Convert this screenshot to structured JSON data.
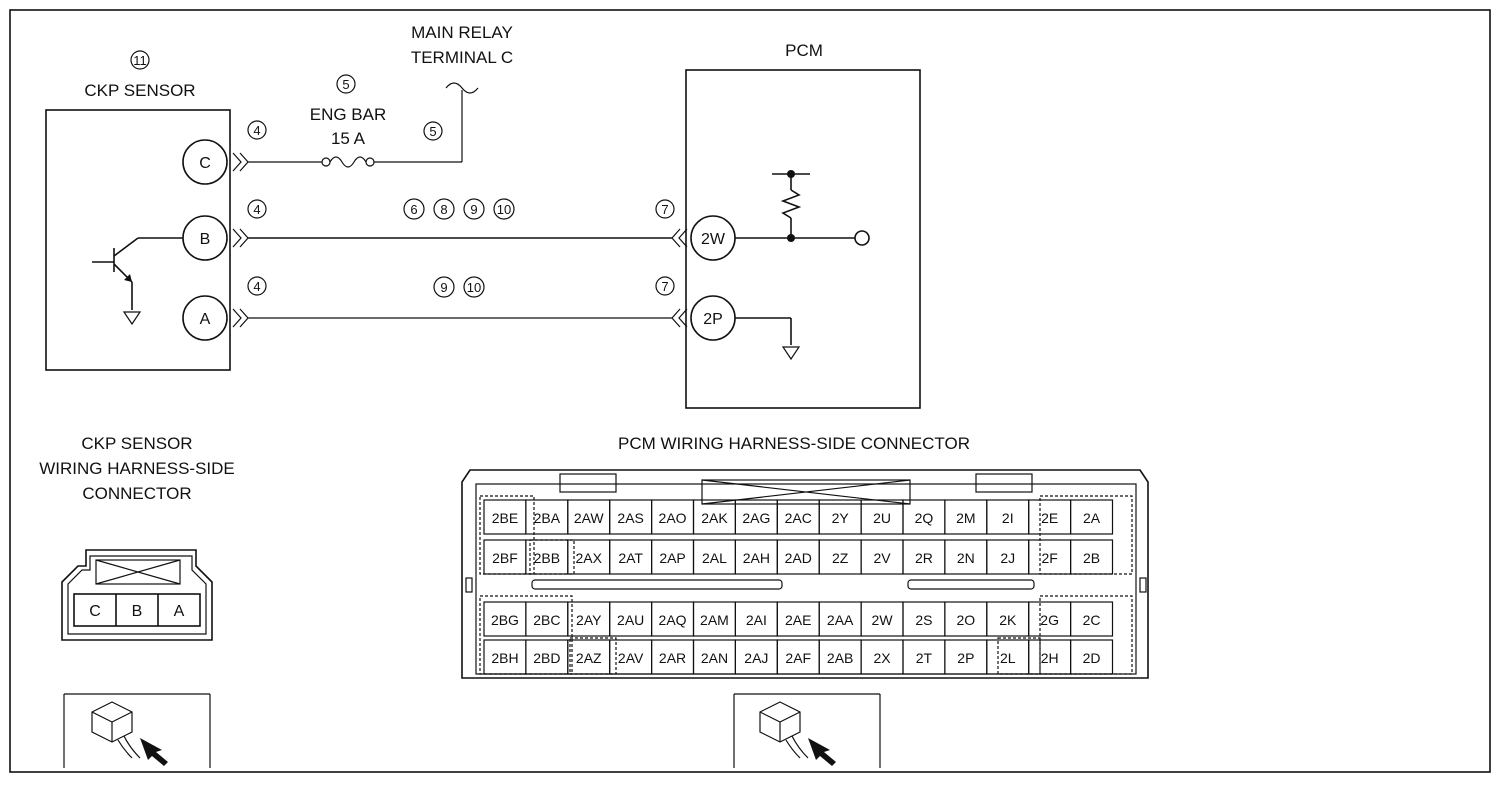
{
  "labels": {
    "ckp_sensor_num": "11",
    "ckp_sensor": "CKP SENSOR",
    "main_relay_line1": "MAIN RELAY",
    "main_relay_line2": "TERMINAL C",
    "eng_bar_num": "5",
    "eng_bar_line1": "ENG BAR",
    "eng_bar_line2": "15 A",
    "relay_wire_num": "5",
    "pcm": "PCM",
    "ckp_conn_line1": "CKP SENSOR",
    "ckp_conn_line2": "WIRING HARNESS-SIDE",
    "ckp_conn_line3": "CONNECTOR",
    "pcm_conn_title": "PCM WIRING HARNESS-SIDE CONNECTOR"
  },
  "sensor_pins": [
    "C",
    "B",
    "A"
  ],
  "connector_nums": {
    "c": "4",
    "b": "4",
    "a": "4",
    "pcm_2w": "7",
    "pcm_2p": "7"
  },
  "wire_b_refs": [
    "6",
    "8",
    "9",
    "10"
  ],
  "wire_a_refs": [
    "9",
    "10"
  ],
  "pcm_pins": {
    "signal": "2W",
    "ground": "2P"
  },
  "ckp_connector_cells": [
    "C",
    "B",
    "A"
  ],
  "pcm_connector": {
    "row1": [
      "2BE",
      "2BA",
      "2AW",
      "2AS",
      "2AO",
      "2AK",
      "2AG",
      "2AC",
      "2Y",
      "2U",
      "2Q",
      "2M",
      "2I",
      "2E",
      "2A"
    ],
    "row2": [
      "2BF",
      "2BB",
      "2AX",
      "2AT",
      "2AP",
      "2AL",
      "2AH",
      "2AD",
      "2Z",
      "2V",
      "2R",
      "2N",
      "2J",
      "2F",
      "2B"
    ],
    "row3": [
      "2BG",
      "2BC",
      "2AY",
      "2AU",
      "2AQ",
      "2AM",
      "2AI",
      "2AE",
      "2AA",
      "2W",
      "2S",
      "2O",
      "2K",
      "2G",
      "2C"
    ],
    "row4": [
      "2BH",
      "2BD",
      "2AZ",
      "2AV",
      "2AR",
      "2AN",
      "2AJ",
      "2AF",
      "2AB",
      "2X",
      "2T",
      "2P",
      "2L",
      "2H",
      "2D"
    ]
  }
}
